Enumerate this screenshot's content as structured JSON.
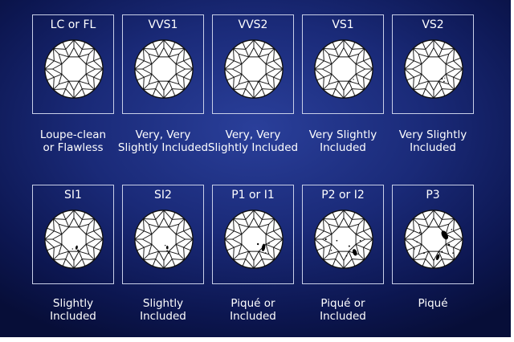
{
  "grades": [
    {
      "title": "LC or FL",
      "caption": [
        "Loupe-clean",
        "or Flawless"
      ],
      "icon": "diamond-flawless-icon"
    },
    {
      "title": "VVS1",
      "caption": [
        "Very, Very",
        "Slightly Included"
      ],
      "icon": "diamond-vvs1-icon"
    },
    {
      "title": "VVS2",
      "caption": [
        "Very, Very",
        "Slightly Included"
      ],
      "icon": "diamond-vvs2-icon"
    },
    {
      "title": "VS1",
      "caption": [
        "Very Slightly",
        "Included"
      ],
      "icon": "diamond-vs1-icon"
    },
    {
      "title": "VS2",
      "caption": [
        "Very Slightly",
        "Included"
      ],
      "icon": "diamond-vs2-icon"
    },
    {
      "title": "SI1",
      "caption": [
        "Slightly",
        "Included"
      ],
      "icon": "diamond-si1-icon"
    },
    {
      "title": "SI2",
      "caption": [
        "Slightly",
        "Included"
      ],
      "icon": "diamond-si2-icon"
    },
    {
      "title": "P1 or I1",
      "caption": [
        "Piqué or",
        "Included"
      ],
      "icon": "diamond-p1-icon"
    },
    {
      "title": "P2 or I2",
      "caption": [
        "Piqué or",
        "Included"
      ],
      "icon": "diamond-p2-icon"
    },
    {
      "title": "P3",
      "caption": [
        "Piqué"
      ],
      "icon": "diamond-p3-icon"
    }
  ],
  "colors": {
    "background": "#1a2a78",
    "border": "#c8cfe8",
    "text": "#ffffff",
    "inclusion": "#000000"
  }
}
